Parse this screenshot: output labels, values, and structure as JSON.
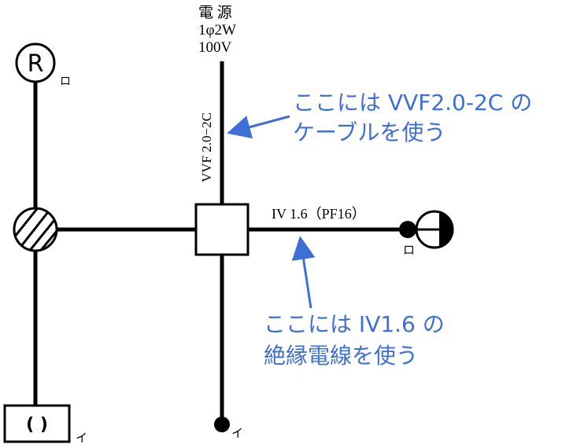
{
  "power_source": {
    "line1": "電 源",
    "line2": "1φ2W",
    "line3": "100V"
  },
  "cable_label_vertical": "VVF 2.0−2C",
  "cable_label_horizontal": "IV 1.6（PF16）",
  "receptacle_symbol_text": "R",
  "outlet_symbol_text": "( )",
  "switch_labels": {
    "ro_top": "ロ",
    "ro_right": "ロ",
    "i_bottom_left": "イ",
    "i_bottom_center": "イ"
  },
  "annotation_1": {
    "line1": "ここには VVF2.0-2C の",
    "line2": "ケーブルを使う"
  },
  "annotation_2": {
    "line1": "ここには IV1.6 の",
    "line2": "絶縁電線を使う"
  },
  "colors": {
    "annotation_blue": "#3d6fd6",
    "line_black": "#000000"
  }
}
